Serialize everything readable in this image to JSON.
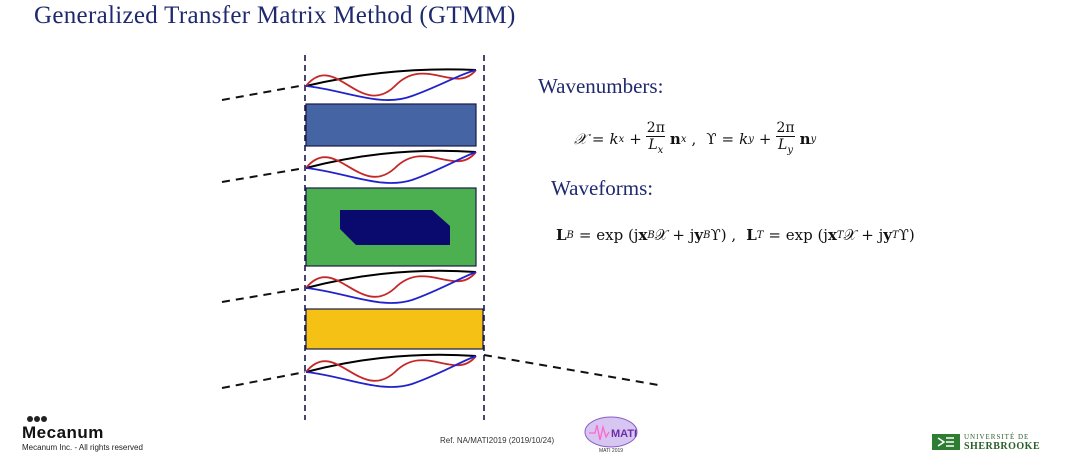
{
  "title": "Generalized Transfer Matrix Method (GTMM)",
  "wavenumbers": {
    "heading": "Wavenumbers:",
    "x_lhs": "𝒳",
    "eq": "=",
    "kx": "k",
    "kx_sub": "x",
    "plus": "+",
    "num": "2π",
    "Lx": "L",
    "Lx_sub": "x",
    "nx": "n",
    "nx_sub": "x",
    "sep": ",",
    "y_lhs": "ϒ",
    "ky": "k",
    "ky_sub": "y",
    "Ly": "L",
    "Ly_sub": "y",
    "ny": "n",
    "ny_sub": "y"
  },
  "waveforms": {
    "heading": "Waveforms:",
    "LB_lhs": "L",
    "LB_sub": "B",
    "LB_rhs_1": "= exp (j",
    "xB": "x",
    "xB_sub": "B",
    "LB_rhs_2": "𝒳 + j",
    "yB": "y",
    "yB_sub": "B",
    "LB_rhs_3": "ϒ)  ,",
    "LT_lhs": "L",
    "LT_sub": "T",
    "LT_rhs_1": "= exp (j",
    "xT": "x",
    "xT_sub": "T",
    "LT_rhs_2": "𝒳 + j",
    "yT": "y",
    "yT_sub": "T",
    "LT_rhs_3": "ϒ)"
  },
  "footer": {
    "brand": "Mecanum",
    "brand_sub": "Mecanum Inc. - All rights reserved",
    "ref": "Ref. NA/MATI2019  (2019/10/24)",
    "mati_logo_text": "MATI",
    "mati_year": "MATI 2019",
    "uds_small": "UNIVERSITÉ DE",
    "uds_big": "SHERBROOKE"
  },
  "colors": {
    "title": "#1f2a6e",
    "layer_blue": "#4464a4",
    "layer_green": "#4caf50",
    "inclusion_navy": "#0a0a6e",
    "layer_yellow": "#f4c114",
    "wave_black": "#000000",
    "wave_red": "#c62828",
    "wave_blue": "#2222cc",
    "dashed_line": "#1a1a4a"
  }
}
